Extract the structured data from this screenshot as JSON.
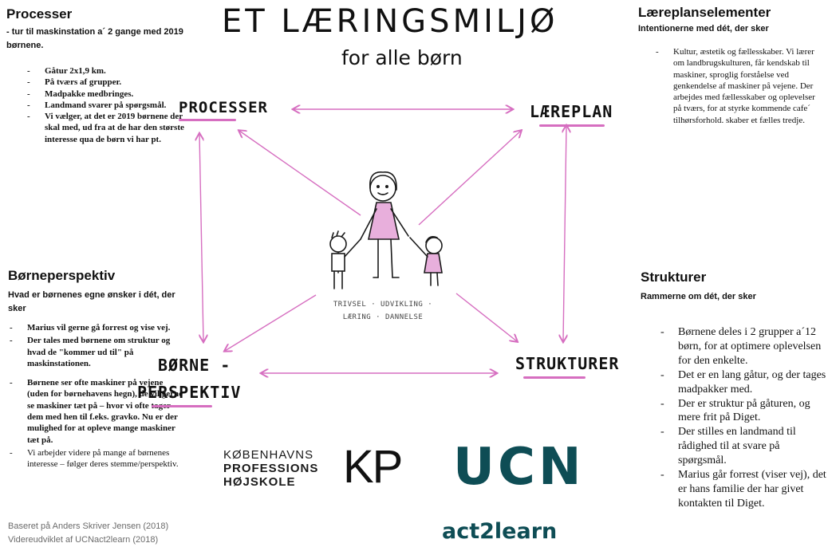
{
  "header": {
    "title": "ET LÆRINGSMILJØ",
    "subtitle": "for alle børn"
  },
  "processer": {
    "title": "Processer",
    "intro": "- tur til maskinstation a´ 2 gange med 2019 børnene.",
    "items": [
      "Gåtur 2x1,9 km.",
      "På tværs af grupper.",
      "Madpakke medbringes.",
      "Landmand svarer på spørgsmål.",
      "Vi vælger, at det er 2019 børnene der skal med, ud fra at de har den største interesse qua de børn vi har pt."
    ]
  },
  "laereplan": {
    "title": "Læreplanselementer",
    "subtitle": "Intentionerne med dét, der sker",
    "items": [
      "Kultur, æstetik og fællesskaber. Vi lærer om landbrugskulturen, får kendskab til maskiner, sproglig forståelse ved genkendelse af maskiner på vejene. Der arbejdes med fællesskaber og oplevelser på tværs, for at styrke kommende cafe´ tilhørsforhold. skaber et fælles tredje."
    ]
  },
  "boerneperspektiv": {
    "title": "Børneperspektiv",
    "subtitle": "Hvad er børnenes egne ønsker i dét, der sker",
    "items": [
      "Marius vil gerne gå forrest og vise vej.",
      "Der tales med børnene om struktur og hvad de \"kommer ud til\" på maskinstationen.",
      "Børnene ser ofte maskiner på vejene (uden for børnehavens hegn), de vil gerne se maskiner tæt på – hvor vi ofte tager dem med hen til f.eks. gravko. Nu er der mulighed for at opleve mange maskiner tæt på.",
      "Vi arbejder videre på mange af børnenes interesse – følger deres stemme/perspektiv."
    ]
  },
  "strukturer": {
    "title": "Strukturer",
    "subtitle": "Rammerne om dét, der sker",
    "items": [
      "Børnene deles i 2 grupper a´12 børn, for at optimere oplevelsen for den enkelte.",
      "Det er en lang gåtur, og der tages madpakker med.",
      "Der er struktur på gåturen, og mere frit på Diget.",
      "Der stilles en landmand til rådighed til at svare på spørgsmål.",
      "Marius går forrest (viser vej), det er hans familie der har givet kontakten til Diget."
    ]
  },
  "diagram": {
    "node_processer": "PROCESSER",
    "node_laereplan": "LÆREPLAN",
    "node_boerne_1": "BØRNE -",
    "node_boerne_2": "PERSPEKTIV",
    "node_strukturer": "STRUKTURER",
    "center_line1": "TRIVSEL · UDVIKLING ·",
    "center_line2": "LÆRING · DANNELSE"
  },
  "footer": {
    "credit1": "Baseret på Anders Skriver Jensen (2018)",
    "credit2": "Videreudviklet af UCNact2learn (2018)"
  },
  "logos": {
    "kp_line1": "KØBENHAVNS",
    "kp_line2": "PROFESSIONS",
    "kp_line3": "HØJSKOLE",
    "kp_mark": "KP",
    "ucn_mark": "UCN",
    "act2learn": "act2learn"
  },
  "colors": {
    "accent_pink": "#d66ec0",
    "ucn_teal": "#0e4d55"
  }
}
